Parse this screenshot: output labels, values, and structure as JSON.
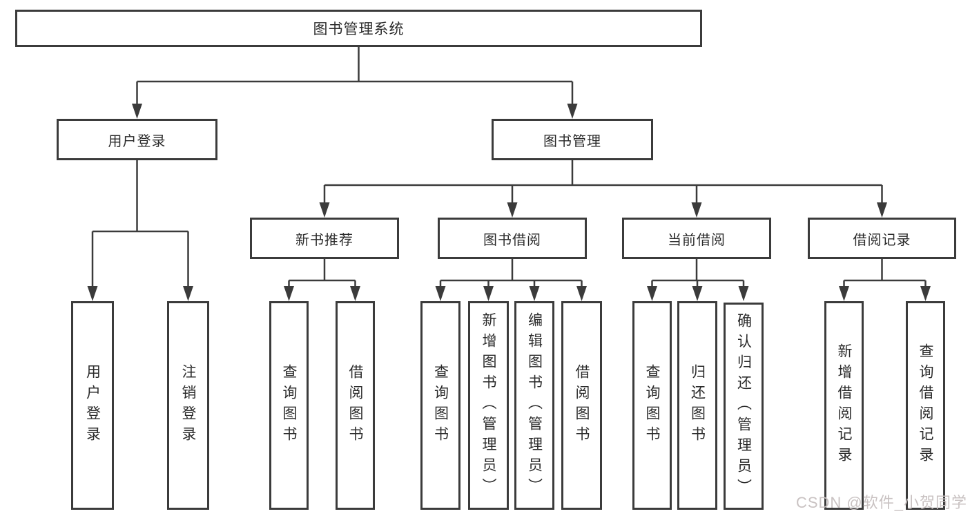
{
  "diagram": {
    "root": {
      "label": "图书管理系统"
    },
    "branches": [
      {
        "label": "用户登录",
        "children": [
          {
            "label": "用户登录"
          },
          {
            "label": "注销登录"
          }
        ]
      },
      {
        "label": "图书管理",
        "children": [
          {
            "label": "新书推荐",
            "children": [
              {
                "label": "查询图书"
              },
              {
                "label": "借阅图书"
              }
            ]
          },
          {
            "label": "图书借阅",
            "children": [
              {
                "label": "查询图书"
              },
              {
                "label": "新增图书（管理员）"
              },
              {
                "label": "编辑图书（管理员）"
              },
              {
                "label": "借阅图书"
              }
            ]
          },
          {
            "label": "当前借阅",
            "children": [
              {
                "label": "查询图书"
              },
              {
                "label": "归还图书"
              },
              {
                "label": "确认归还（管理员）"
              }
            ]
          },
          {
            "label": "借阅记录",
            "children": [
              {
                "label": "新增借阅记录"
              },
              {
                "label": "查询借阅记录"
              }
            ]
          }
        ]
      }
    ]
  },
  "watermark": {
    "text": "CSDN @软件_小贺同学"
  },
  "colors": {
    "line": "#3b3b3b",
    "text": "#2b2b2b",
    "watermark": "#c9c2c2",
    "background": "#ffffff"
  }
}
